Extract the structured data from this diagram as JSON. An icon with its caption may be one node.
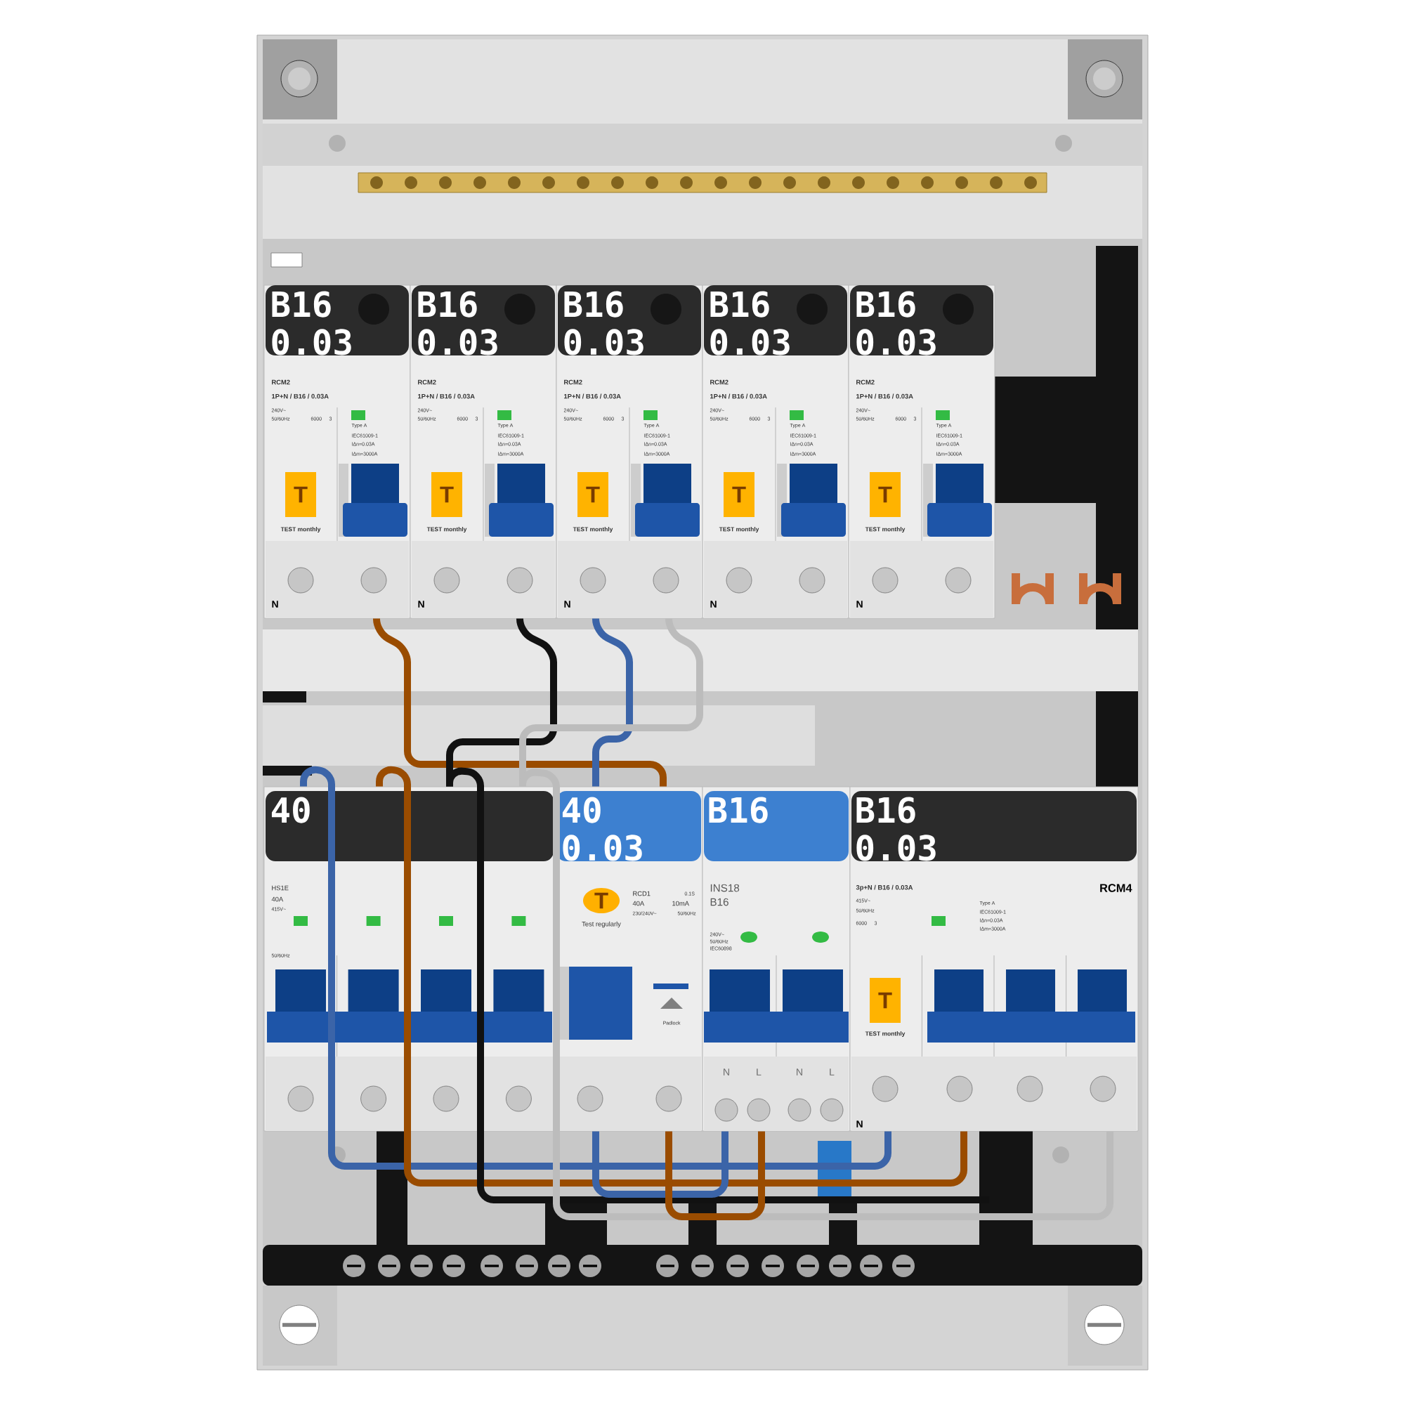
{
  "diagram": {
    "nodes": [
      {
        "text": [
          "B16 0.03",
          "RCM2",
          "1P+N / B16 / 0.03A",
          "240V~",
          "50/60Hz",
          "6000",
          "3",
          "Type A",
          "IEC61009-1",
          "IΔn=0.03A",
          "IΔm=3000A",
          "T",
          "TEST monthly",
          "N"
        ]
      },
      {
        "text": [
          "B16 0.03",
          "RCM2",
          "1P+N / B16 / 0.03A",
          "240V~",
          "50/60Hz",
          "6000",
          "3",
          "Type A",
          "IEC61009-1",
          "IΔn=0.03A",
          "IΔm=3000A",
          "T",
          "TEST monthly",
          "N"
        ]
      },
      {
        "text": [
          "B16 0.03",
          "RCM2",
          "1P+N / B16 / 0.03A",
          "240V~",
          "50/60Hz",
          "6000",
          "3",
          "Type A",
          "IEC61009-1",
          "IΔn=0.03A",
          "IΔm=3000A",
          "T",
          "TEST monthly",
          "N"
        ]
      },
      {
        "text": [
          "B16 0.03",
          "RCM2",
          "1P+N / B16 / 0.03A",
          "240V~",
          "50/60Hz",
          "6000",
          "3",
          "Type A",
          "IEC61009-1",
          "IΔn=0.03A",
          "IΔm=3000A",
          "T",
          "TEST monthly",
          "N"
        ]
      },
      {
        "text": [
          "B16 0.03",
          "RCM2",
          "1P+N / B16 / 0.03A",
          "240V~",
          "50/60Hz",
          "6000",
          "3",
          "Type A",
          "IEC61009-1",
          "IΔn=0.03A",
          "IΔm=3000A",
          "T",
          "TEST monthly",
          "N"
        ]
      },
      {
        "text": [
          "40",
          "HS1E",
          "40A",
          "415V~",
          "50/60Hz"
        ]
      },
      {
        "text": [
          "40 0.03",
          "T",
          "RCD1",
          "0.1S",
          "40A",
          "10mA",
          "230/240V~",
          "50/60Hz",
          "Test regularly",
          "Padlock"
        ]
      },
      {
        "text": [
          "B16",
          "INS18",
          "B16",
          "240V~",
          "50/60Hz",
          "IEC60898",
          "N",
          "L",
          "N",
          "L"
        ]
      },
      {
        "text": [
          "B16 0.03",
          "3p+N / B16 / 0.03A",
          "RCM4",
          "415V~",
          "50/60Hz",
          "6000",
          "3",
          "Type A",
          "IEC61009-1",
          "IΔn=0.03A",
          "IΔm=3000A",
          "T",
          "TEST monthly",
          "N"
        ]
      }
    ],
    "edges": [
      {
        "from": 0,
        "to": 6,
        "arrow": "none",
        "color": "#9a4c00"
      },
      {
        "from": 1,
        "to": 5,
        "arrow": "none",
        "color": "#111111"
      },
      {
        "from": 2,
        "to": 6,
        "arrow": "none",
        "color": "#3b64a8"
      },
      {
        "from": 2,
        "to": 5,
        "arrow": "none",
        "color": "#bcbcbc"
      },
      {
        "from": 5,
        "to": 8,
        "arrow": "none",
        "color": "#3b64a8"
      },
      {
        "from": 5,
        "to": 8,
        "arrow": "none",
        "color": "#9a4c00"
      },
      {
        "from": 5,
        "to": null,
        "arrow": "none",
        "color": "#111111"
      },
      {
        "from": 5,
        "to": 8,
        "arrow": "none",
        "color": "#bcbcbc"
      },
      {
        "from": 6,
        "to": 7,
        "arrow": "none",
        "color": "#3b64a8"
      },
      {
        "from": 6,
        "to": 7,
        "arrow": "none",
        "color": "#9a4c00"
      }
    ]
  }
}
